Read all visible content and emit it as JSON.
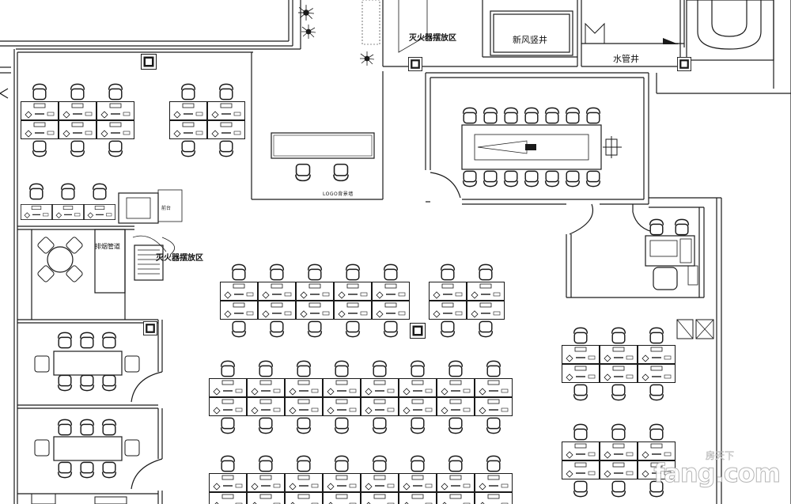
{
  "labels": {
    "fire_top": "灭火器摆放区",
    "fire_left": "灭火器摆放区",
    "fresh_air_shaft": "新风竖井",
    "water_pipe_shaft": "水管井",
    "logo_wall": "LOGO背景墙",
    "smoke_duct": "排烟管道",
    "reception_small": "前台"
  },
  "watermark": {
    "main": "fang.com",
    "sub": "房天下"
  },
  "colors": {
    "line": "#1a1a1a",
    "background": "#ffffff"
  }
}
